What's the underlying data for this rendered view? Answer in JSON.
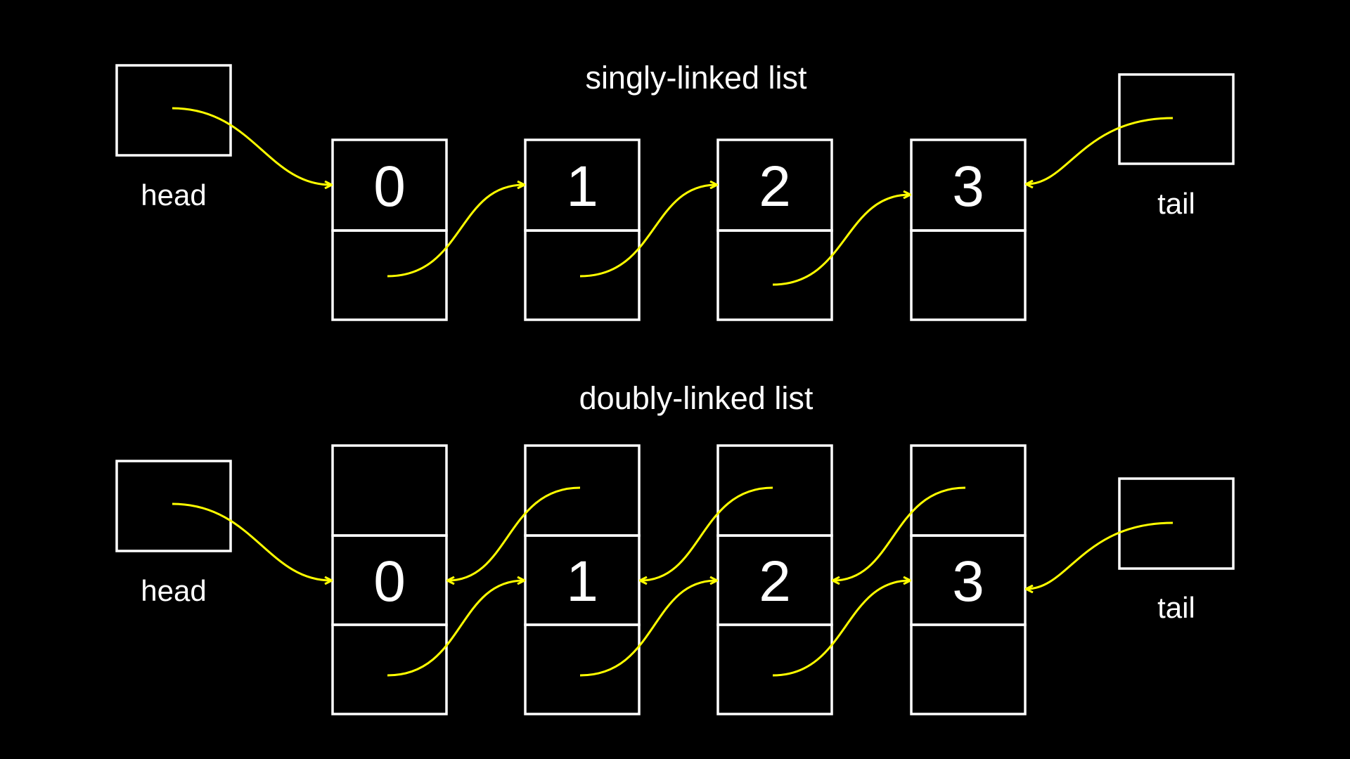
{
  "colors": {
    "background": "#000000",
    "box_stroke": "#ffffff",
    "text": "#ffffff",
    "pointer": "#ffff00"
  },
  "singly": {
    "title": "singly-linked list",
    "head_label": "head",
    "tail_label": "tail",
    "nodes": [
      "0",
      "1",
      "2",
      "3"
    ]
  },
  "doubly": {
    "title": "doubly-linked list",
    "head_label": "head",
    "tail_label": "tail",
    "nodes": [
      "0",
      "1",
      "2",
      "3"
    ]
  }
}
